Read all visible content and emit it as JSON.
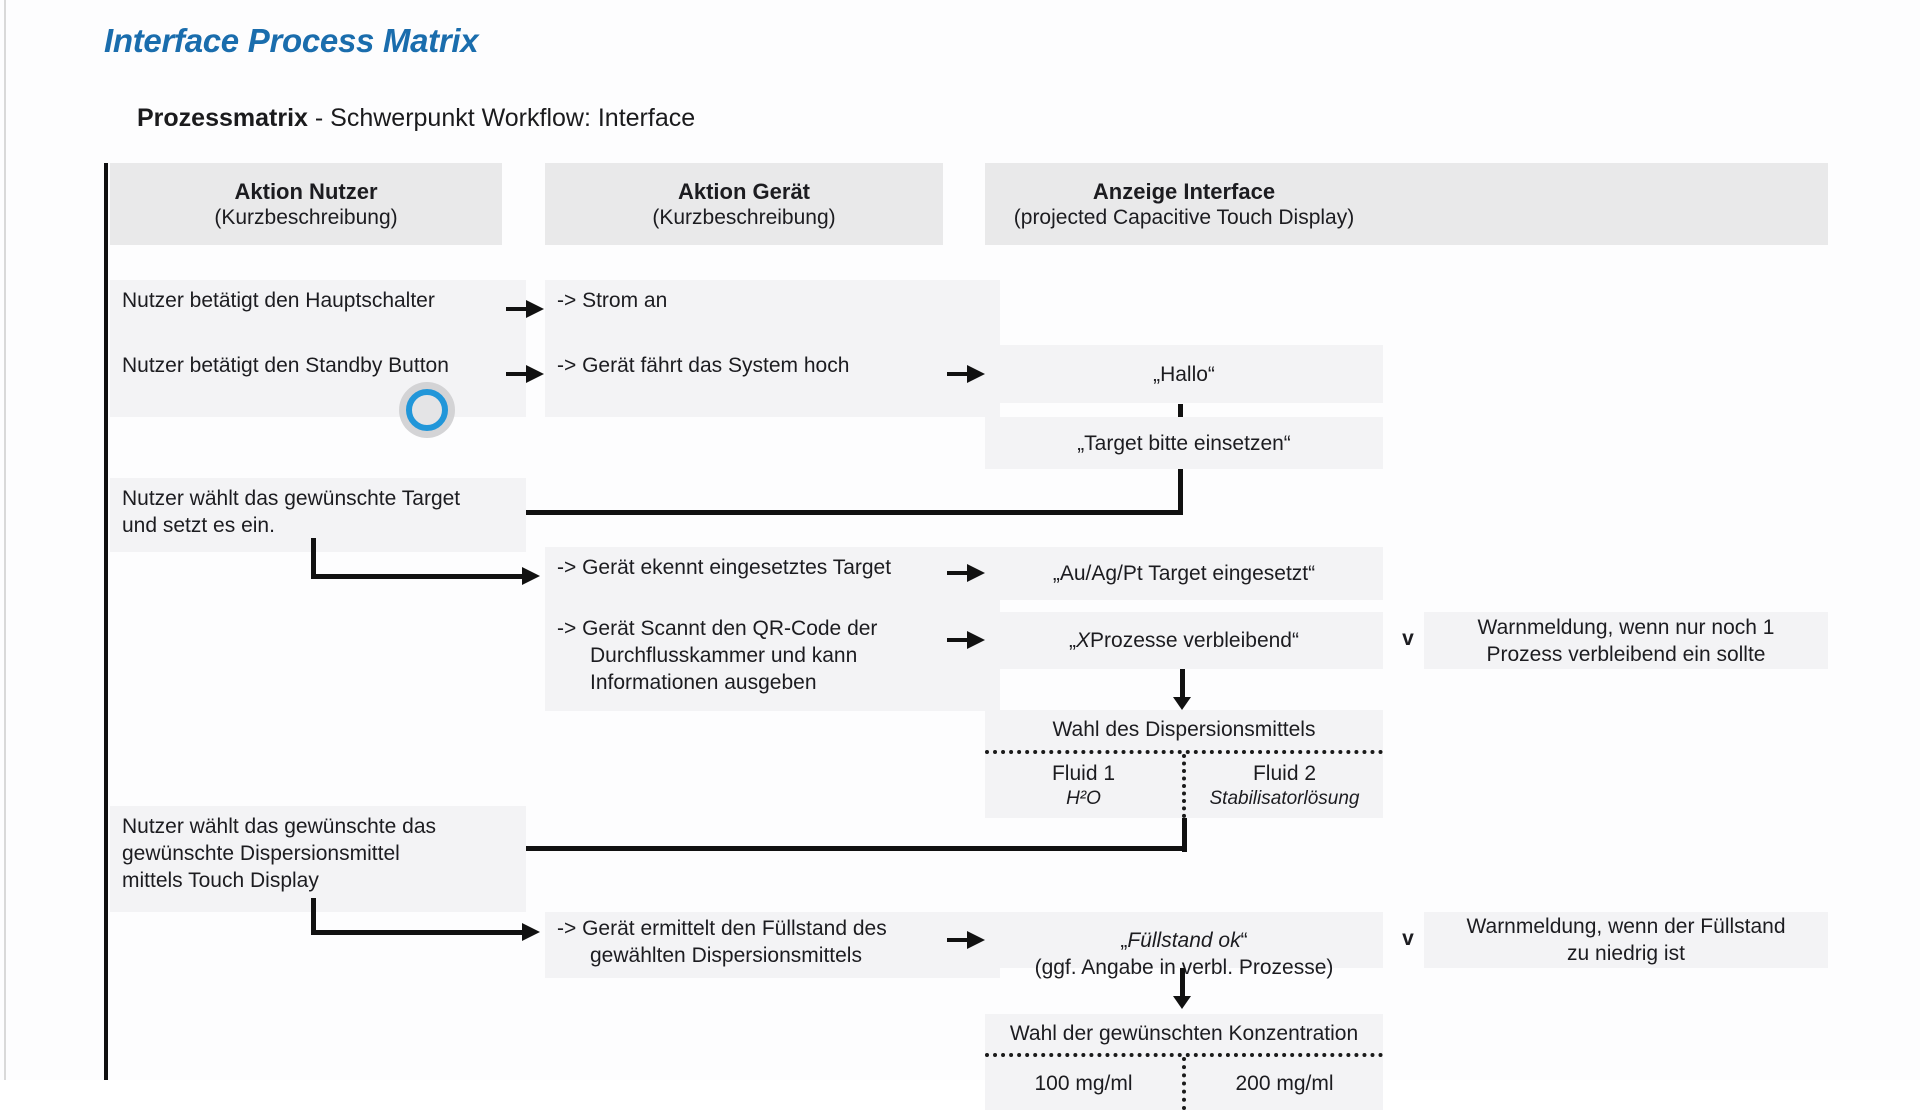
{
  "title": "Interface Process Matrix",
  "subtitle": {
    "bold": "Prozessmatrix",
    "rest": " - Schwerpunkt Workflow: Interface"
  },
  "colors": {
    "title_blue": "#1a6dad",
    "touch_ring_blue": "#2196d9",
    "line_black": "#111111",
    "row_gray": "#f3f3f5",
    "header_gray": "#e9e9ea"
  },
  "header": {
    "user": {
      "title": "Aktion Nutzer",
      "sub": "(Kurzbeschreibung)"
    },
    "device": {
      "title": "Aktion Gerät",
      "sub": "(Kurzbeschreibung)"
    },
    "interface": {
      "title": "Anzeige Interface",
      "sub": "(projected Capacitive Touch Display)"
    }
  },
  "user_actions": {
    "main_switch": "Nutzer betätigt den Hauptschalter",
    "standby": "Nutzer betätigt den Standby Button",
    "select_target": "Nutzer wählt das gewünschte Target\nund setzt es ein.",
    "select_dispersion": "Nutzer wählt das gewünschte das\ngewünschte Dispersionsmittel\nmittels Touch Display"
  },
  "device_actions": {
    "power_on": "-> Strom an",
    "boot": "-> Gerät fährt das System hoch",
    "recognize_target": "-> Gerät ekennt eingesetztes Target",
    "scan_qr": "-> Gerät Scannt den QR-Code der\nDurchflusskammer und kann\nInformationen ausgeben",
    "fill_level": "-> Gerät ermittelt den Füllstand des\ngewählten Dispersionsmittels"
  },
  "interface_display": {
    "hello": "„Hallo“",
    "insert_target": "„Target bitte einsetzen“",
    "target_inserted": "„Au/Ag/Pt Target eingesetzt“",
    "processes_remaining": {
      "prefix": "„",
      "italic": "X",
      "suffix": " Prozesse verbleibend“"
    },
    "dispersion": {
      "title": "Wahl des Dispersionsmittels",
      "fluid1": {
        "name": "Fluid 1",
        "sub": "H²O"
      },
      "fluid2": {
        "name": "Fluid 2",
        "sub": "Stabilisatorlösung"
      }
    },
    "fill_ok": {
      "prefix": "„",
      "italic": "Füllstand ok",
      "suffix": "“",
      "line2": "(ggf. Angabe in verbl. Prozesse)"
    },
    "concentration": {
      "title": "Wahl der gewünschten Konzentration",
      "option1": "100 mg/ml",
      "option2": "200 mg/ml"
    }
  },
  "warnings": {
    "marker": "v",
    "low_processes": "Warnmeldung, wenn nur noch 1\nProzess verbleibend ein sollte",
    "low_fill": "Warnmeldung, wenn der Füllstand\nzu niedrig ist"
  }
}
